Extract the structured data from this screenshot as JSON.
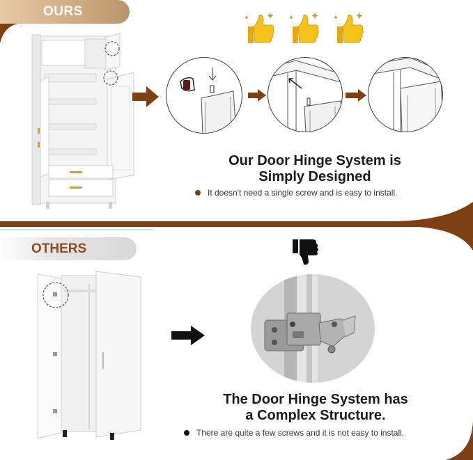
{
  "colors": {
    "brown": "#7e3f12",
    "gold": "#c9a57a",
    "thumb_yellow": "#f4c21a",
    "dark": "#111111"
  },
  "ours": {
    "label": "OURS",
    "headline_line1": "Our Door Hinge System is",
    "headline_line2": "Simply Designed",
    "bullet": "It doesn't need a single screw and is easy to install.",
    "icons": [
      "thumbs-up-icon",
      "thumbs-up-icon",
      "thumbs-up-icon"
    ]
  },
  "others": {
    "label": "OTHERS",
    "headline_line1": "The Door Hinge System has",
    "headline_line2": "a Complex Structure.",
    "bullet": "There are quite a few screws and it is not easy to install.",
    "icon": "thumbs-down-icon"
  }
}
